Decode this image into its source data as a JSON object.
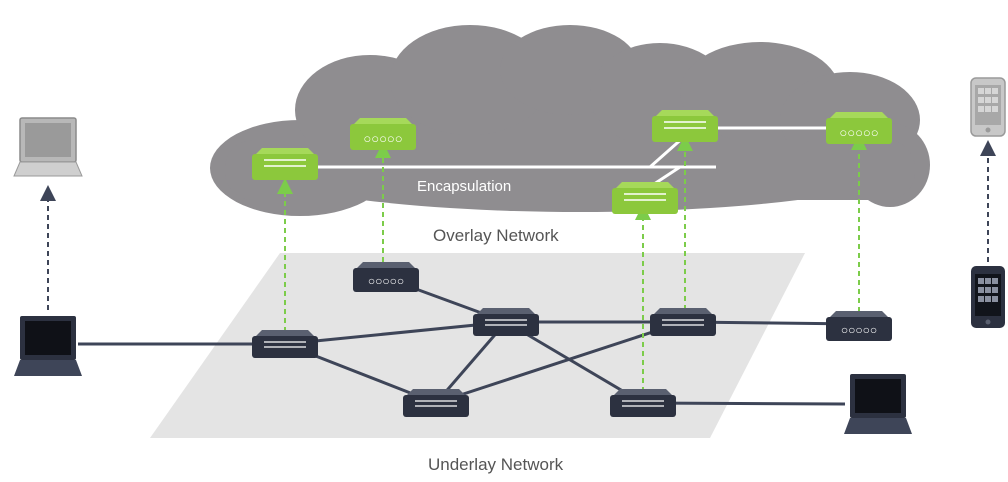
{
  "diagram": {
    "encapsulation_label": "Encapsulation",
    "overlay_label": "Overlay Network",
    "underlay_label": "Underlay Network"
  },
  "colors": {
    "cloud": "#8f8d90",
    "underlay_plane": "#e4e4e4",
    "overlay_device": "#8cc83c",
    "underlay_device": "#2c3140",
    "link": "#3e4558",
    "mapping_arrow": "#7ccc4a",
    "endpoint_arrow": "#3e4558",
    "overlay_link": "#ffffff"
  },
  "devices": {
    "overlay": [
      {
        "id": "overlay-switch-left",
        "kind": "switch-icon"
      },
      {
        "id": "overlay-router-left",
        "kind": "router-icon"
      },
      {
        "id": "overlay-switch-top-right",
        "kind": "switch-icon"
      },
      {
        "id": "overlay-switch-bottom-right",
        "kind": "switch-icon"
      },
      {
        "id": "overlay-router-right",
        "kind": "router-icon"
      }
    ],
    "underlay": [
      {
        "id": "underlay-router",
        "kind": "router-icon"
      },
      {
        "id": "underlay-switch-left",
        "kind": "switch-icon"
      },
      {
        "id": "underlay-switch-center",
        "kind": "switch-icon"
      },
      {
        "id": "underlay-switch-right",
        "kind": "switch-icon"
      },
      {
        "id": "underlay-switch-bottom-left",
        "kind": "switch-icon"
      },
      {
        "id": "underlay-switch-bottom-right",
        "kind": "switch-icon"
      },
      {
        "id": "underlay-router-right",
        "kind": "router-icon"
      }
    ],
    "endpoints": [
      {
        "id": "laptop-top-left",
        "kind": "laptop-icon"
      },
      {
        "id": "laptop-left",
        "kind": "laptop-icon"
      },
      {
        "id": "laptop-bottom-right",
        "kind": "laptop-icon"
      },
      {
        "id": "phone-top-right",
        "kind": "phone-icon"
      },
      {
        "id": "phone-right",
        "kind": "phone-icon"
      }
    ]
  }
}
